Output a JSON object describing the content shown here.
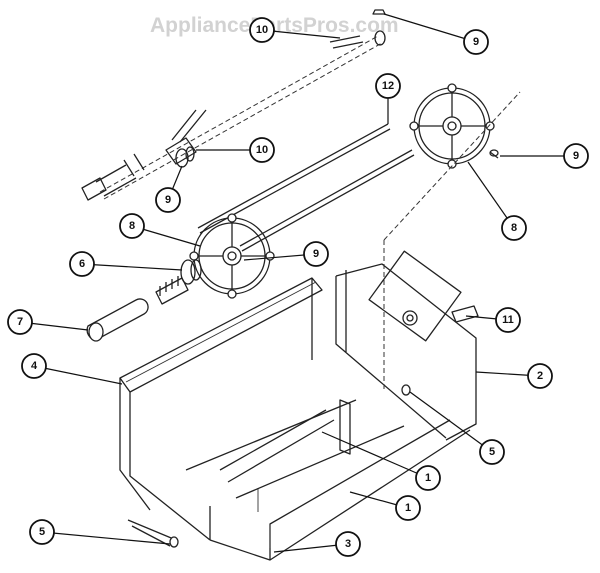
{
  "watermark": "AppliancePartsPros.com",
  "callouts": [
    "10",
    "9",
    "12",
    "10",
    "9",
    "9",
    "8",
    "8",
    "9",
    "6",
    "7",
    "11",
    "4",
    "2",
    "5",
    "1",
    "1",
    "5",
    "3"
  ],
  "colors": {
    "line": "#222222",
    "background": "#ffffff",
    "watermark": "#d2d2d2"
  }
}
